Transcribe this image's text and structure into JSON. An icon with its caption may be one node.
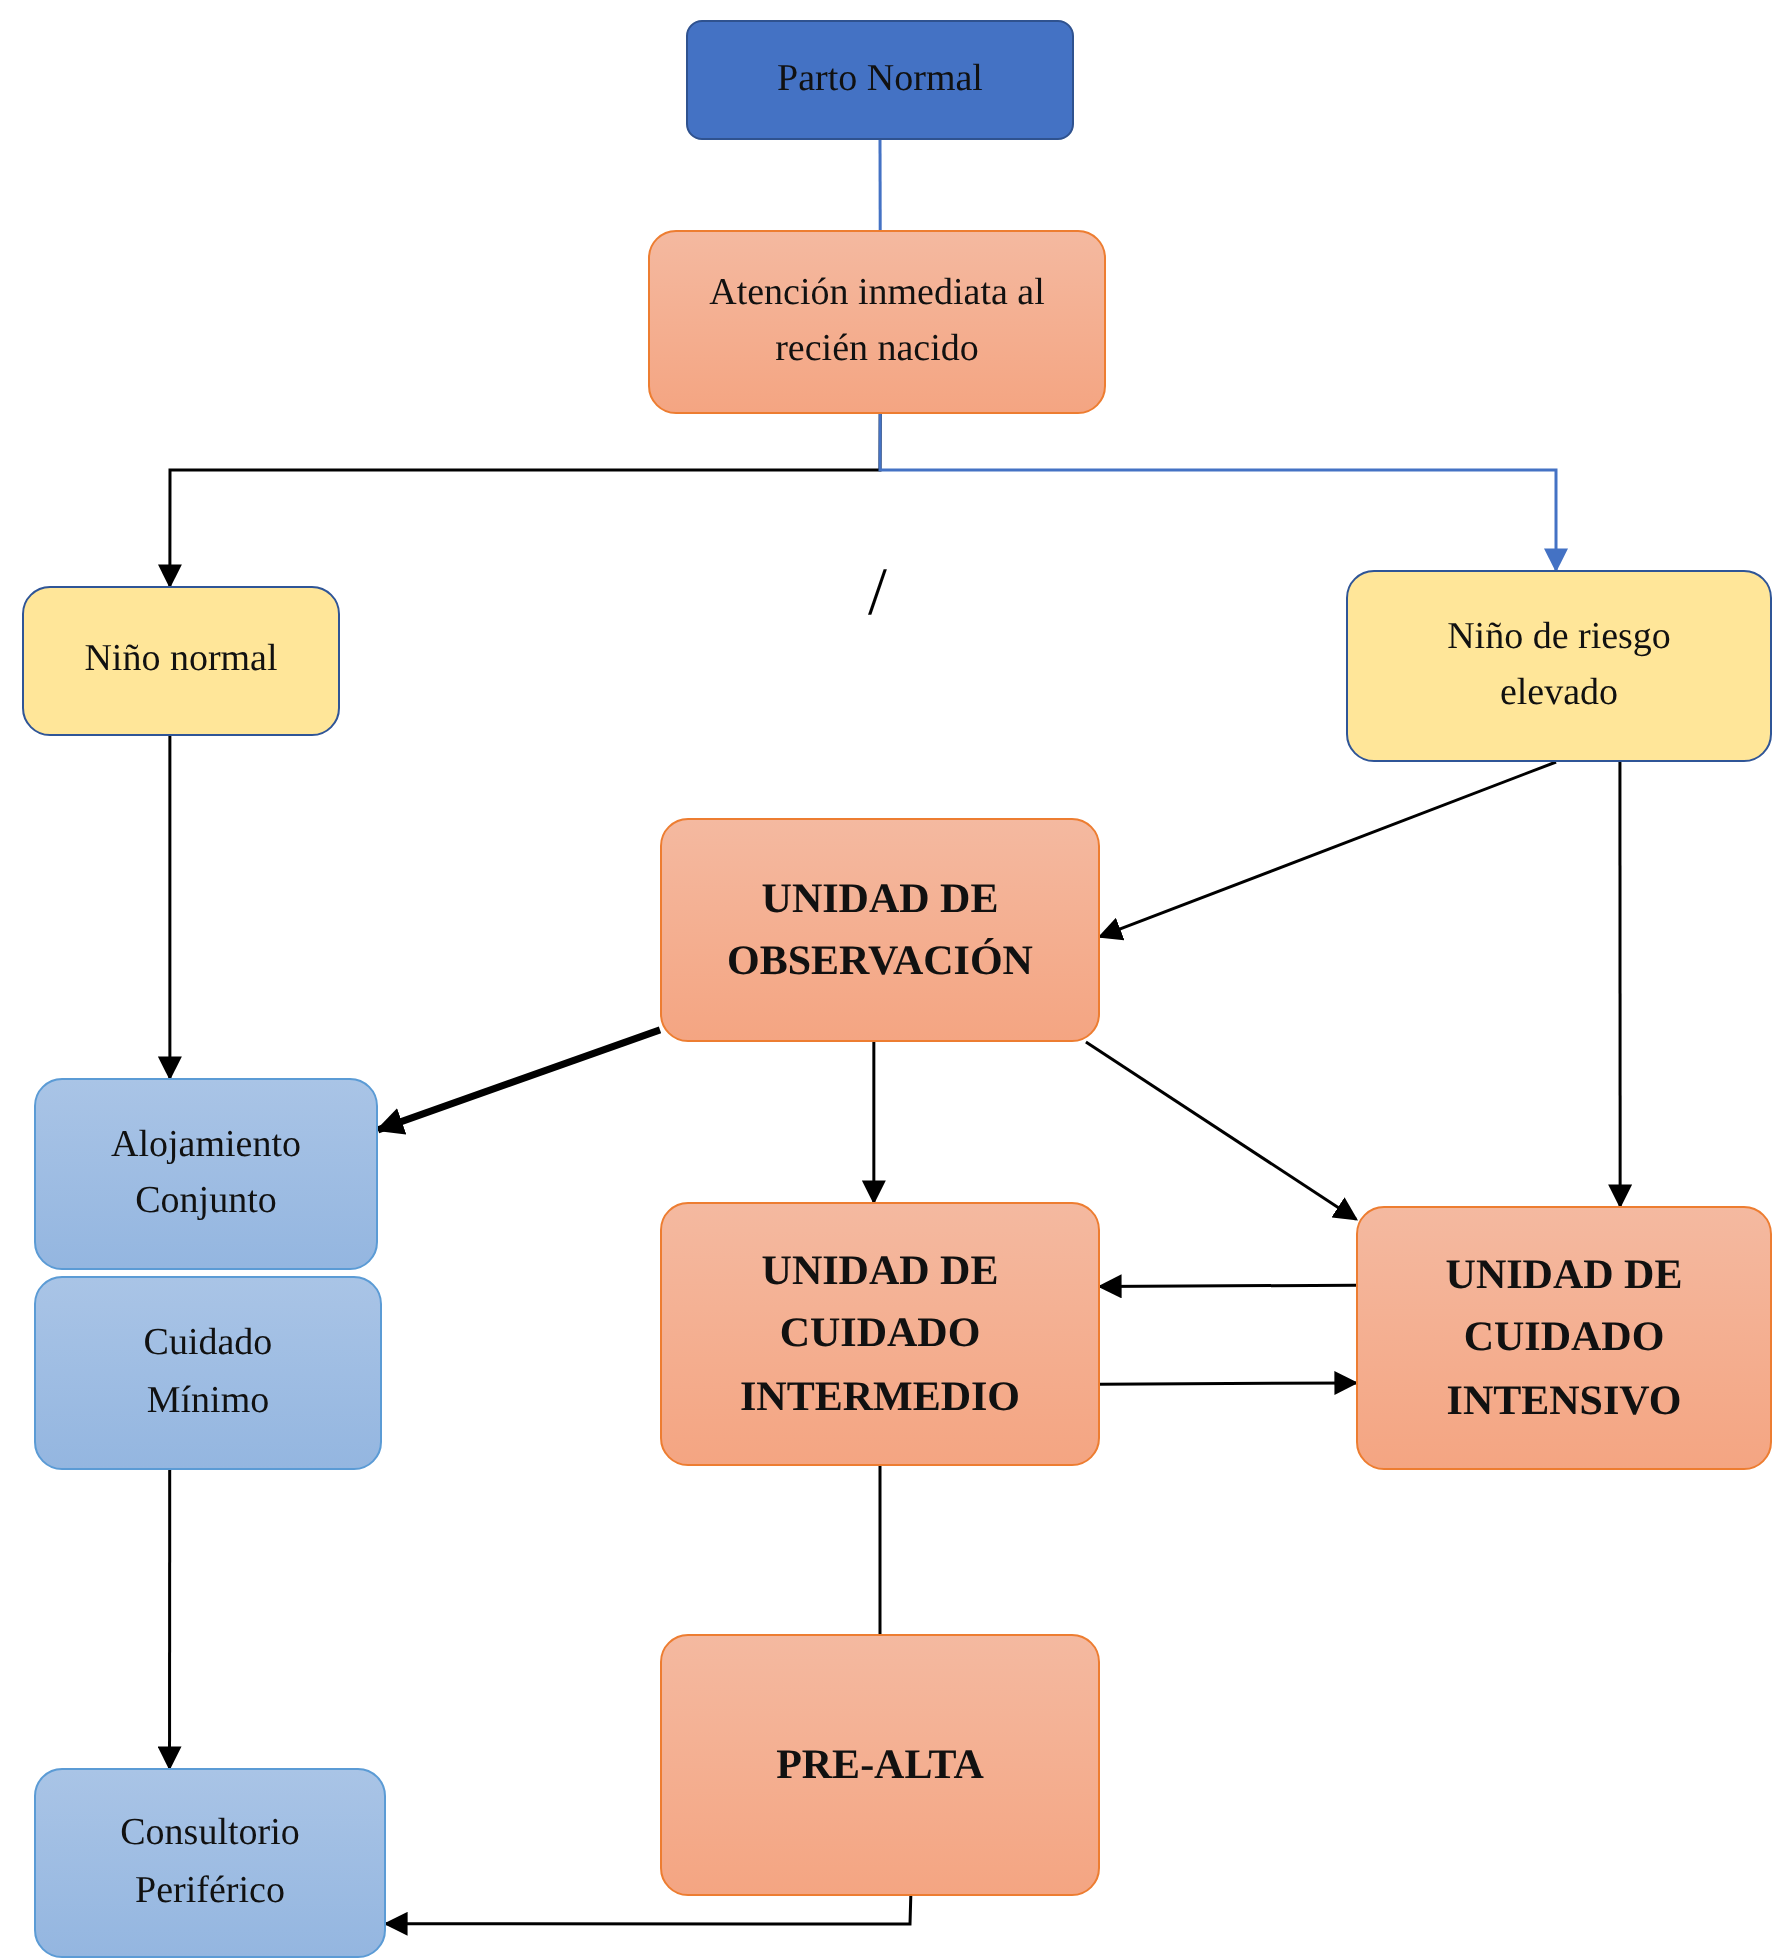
{
  "diagram": {
    "nodes": [
      {
        "text": [
          "Parto Normal"
        ]
      },
      {
        "text": [
          "Atención inmediata al recién nacido"
        ]
      },
      {
        "text": [
          "Niño normal"
        ]
      },
      {
        "text": [
          "Niño de riesgo elevado"
        ]
      },
      {
        "text": [
          "UNIDAD DE OBSERVACIÓN"
        ]
      },
      {
        "text": [
          "Alojamiento Conjunto"
        ]
      },
      {
        "text": [
          "Cuidado Mínimo"
        ]
      },
      {
        "text": [
          "UNIDAD DE CUIDADO INTERMEDIO"
        ]
      },
      {
        "text": [
          "UNIDAD DE CUIDADO INTENSIVO"
        ]
      },
      {
        "text": [
          "PRE-ALTA"
        ]
      },
      {
        "text": [
          "Consultorio Periférico"
        ]
      }
    ],
    "edges": [
      {
        "from": 0,
        "to": 1,
        "arrow": "none",
        "color": "#4472c4"
      },
      {
        "from": 1,
        "to": 2,
        "arrow": "to"
      },
      {
        "from": 1,
        "to": 3,
        "arrow": "to",
        "color": "#4472c4"
      },
      {
        "from": 3,
        "to": 4,
        "arrow": "to"
      },
      {
        "from": 3,
        "to": 8,
        "arrow": "to"
      },
      {
        "from": 2,
        "to": 5,
        "arrow": "to"
      },
      {
        "from": 4,
        "to": 5,
        "arrow": "to",
        "style": "thick"
      },
      {
        "from": 4,
        "to": 7,
        "arrow": "to"
      },
      {
        "from": 4,
        "to": 8,
        "arrow": "to"
      },
      {
        "from": 8,
        "to": 7,
        "arrow": "to"
      },
      {
        "from": 7,
        "to": 8,
        "arrow": "to"
      },
      {
        "from": 6,
        "to": 10,
        "arrow": "to"
      },
      {
        "from": 7,
        "to": 9,
        "arrow": "none"
      },
      {
        "from": 9,
        "to": 10,
        "arrow": "to"
      }
    ],
    "labels": [
      "/"
    ]
  }
}
